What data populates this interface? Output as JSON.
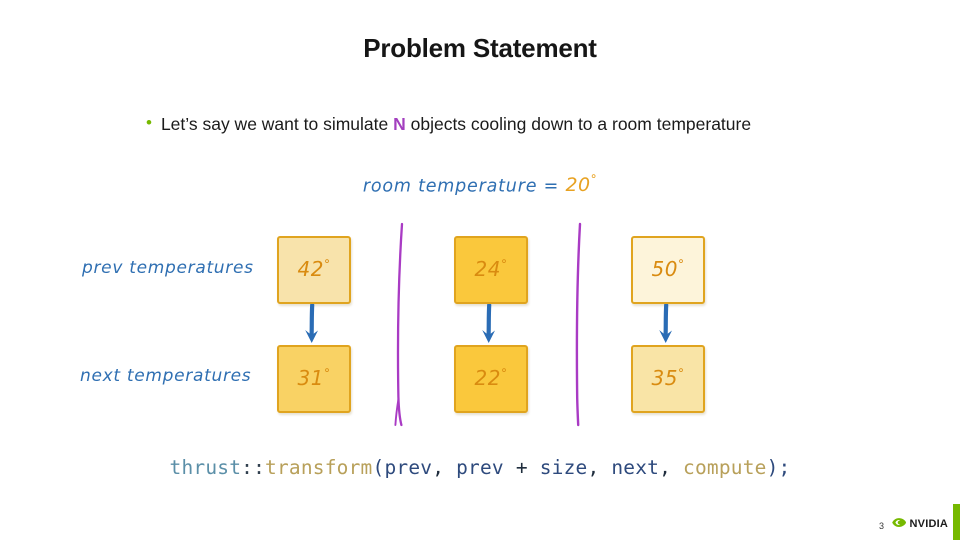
{
  "slide": {
    "title": "Problem Statement",
    "page_number": "3",
    "background_color": "#ffffff"
  },
  "bullet": {
    "marker": "•",
    "marker_color": "#76b900",
    "text_before": "Let’s say we want to simulate ",
    "highlight": "N",
    "highlight_color": "#a33fbf",
    "text_after": " objects cooling down to a room temperature"
  },
  "diagram": {
    "room_temperature_label": "room temperature = ",
    "room_temperature_value": "20",
    "degree_symbol": "°",
    "label_color": "#2f6fb2",
    "value_color": "#e8a222",
    "rows": [
      {
        "name": "prev",
        "label": "prev temperatures",
        "cells": [
          {
            "value": "42",
            "degree": "°",
            "fill": "#f8e3ab"
          },
          {
            "value": "24",
            "degree": "°",
            "fill": "#fac83c"
          },
          {
            "value": "50",
            "degree": "°",
            "fill": "#fdf4da"
          }
        ]
      },
      {
        "name": "next",
        "label": "next temperatures",
        "cells": [
          {
            "value": "31",
            "degree": "°",
            "fill": "#f9d264"
          },
          {
            "value": "22",
            "degree": "°",
            "fill": "#fac83c"
          },
          {
            "value": "35",
            "degree": "°",
            "fill": "#f9e4a6"
          }
        ]
      }
    ],
    "arrow_color": "#2b6cb0",
    "arrow_count": 3,
    "separator_color": "#a93bc4",
    "separator_count": 2,
    "box_border_color": "#e0a41f",
    "box_text_color": "#d98b10"
  },
  "code": {
    "tokens": [
      {
        "text": "thrust",
        "cls": "tok-ns"
      },
      {
        "text": "::",
        "cls": "tok-punct"
      },
      {
        "text": "transform",
        "cls": "tok-fn"
      },
      {
        "text": "(",
        "cls": "tok-var"
      },
      {
        "text": "prev",
        "cls": "tok-var"
      },
      {
        "text": ", ",
        "cls": "tok-op"
      },
      {
        "text": "prev",
        "cls": "tok-var"
      },
      {
        "text": " + ",
        "cls": "tok-op"
      },
      {
        "text": "size",
        "cls": "tok-var"
      },
      {
        "text": ", ",
        "cls": "tok-op"
      },
      {
        "text": "next",
        "cls": "tok-var"
      },
      {
        "text": ", ",
        "cls": "tok-op"
      },
      {
        "text": "compute",
        "cls": "tok-id"
      },
      {
        "text": ");",
        "cls": "tok-var"
      }
    ],
    "full_text": "thrust::transform(prev, prev + size, next, compute);"
  },
  "footer": {
    "logo_text": "NVIDIA",
    "logo_color": "#76b900",
    "accent_bar_color": "#76b900"
  }
}
